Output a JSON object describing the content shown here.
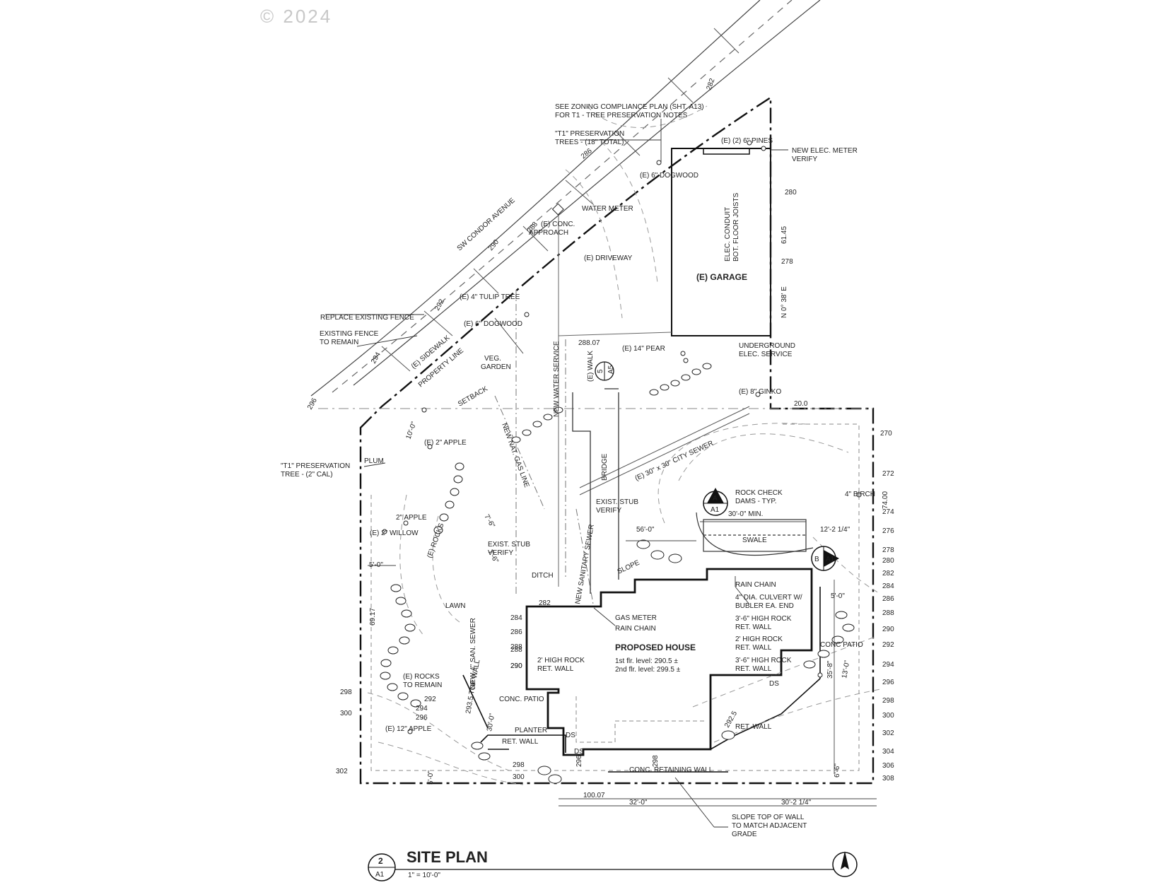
{
  "watermark": "© 2024",
  "title": {
    "name": "SITE PLAN",
    "scale": "1\" = 10'-0\"",
    "sheet_number": "2",
    "sheet_id": "A1"
  },
  "labels": {
    "street": "SW CONDOR AVENUE",
    "zoning_note_1": "SEE ZONING COMPLIANCE PLAN (SHT. A13)",
    "zoning_note_2": "FOR T1 - TREE PRESERVATION NOTES",
    "preservation_trees_1": "\"T1\" PRESERVATION",
    "preservation_trees_2": "TREES - (18\" TOTAL)",
    "pines": "(E) (2) 6\" PINES",
    "elec_meter_1": "NEW ELEC. METER",
    "elec_meter_2": "VERIFY",
    "dogwood_top": "(E) 6\" DOGWOOD",
    "water_meter": "WATER METER",
    "conc_approach_1": "(E) CONC.",
    "conc_approach_2": "APPROACH",
    "driveway": "(E) DRIVEWAY",
    "garage": "(E) GARAGE",
    "elec_conduit_1": "ELEC. CONDUIT",
    "elec_conduit_2": "BOT. FLOOR JOISTS",
    "bearing": "N 0° 38' E",
    "dim_6145": "61.45",
    "tulip": "(E) 4\" TULIP TREE",
    "replace_fence": "REPLACE EXISTING FENCE",
    "existing_fence_1": "EXISTING FENCE",
    "existing_fence_2": "TO REMAIN",
    "dogwood_mid": "(E) 6\" DOGWOOD",
    "sidewalk": "(E) SIDEWALK",
    "property_line": "PROPERTY LINE",
    "veg_garden_1": "VEG.",
    "veg_garden_2": "GARDEN",
    "setback": "SETBACK",
    "new_water_service": "NEW WATER SERVICE",
    "walk": "(E) WALK",
    "dim_28807": "288.07",
    "pear": "(E) 14\" PEAR",
    "underground_1": "UNDERGROUND",
    "underground_2": "ELEC. SERVICE",
    "ginko": "(E) 8\" GINKO",
    "dim_200": "20.0",
    "city_sewer": "(E) 30\" x 30\" CITY SEWER",
    "bridge": "BRIDGE",
    "apple_2": "(E) 2\" APPLE",
    "dim_100": "10'-0\"",
    "t1_tree_1": "\"T1\" PRESERVATION",
    "t1_tree_2": "TREE - (2\" CAL)",
    "plum": "PLUM",
    "new_nat_gas": "NEW NAT. GAS LINE",
    "exist_stub_1a": "EXIST. STUB",
    "exist_stub_1b": "VERIFY",
    "rock_check_1": "ROCK CHECK",
    "rock_check_2": "DAMS - TYP.",
    "birch": "4\" BIRCH",
    "dim_30_min": "30'-0\" MIN.",
    "dim_56": "56'-0\"",
    "dim_12_2": "12'-2 1/4\"",
    "swale": "SWALE",
    "apple_2b": "2\" APPLE",
    "willow": "(E) 2\" WILLOW",
    "rocks": "(E) ROCKS",
    "dim_76a": "7'-6\"",
    "dim_76b": "7'-6\"",
    "exist_stub_2a": "EXIST. STUB",
    "exist_stub_2b": "VERIFY",
    "new_sanitary": "NEW SANITARY SEWER",
    "slope": "SLOPE",
    "dim_5_0": "5'-0\"",
    "dim_7400": "74.00",
    "ditch": "DITCH",
    "rain_chain_r": "RAIN CHAIN",
    "culvert_1": "4\" DIA. CULVERT W/",
    "culvert_2": "BUBLER EA. END",
    "lawn": "LAWN",
    "dim_6917": "69.17",
    "gas_meter": "GAS METER",
    "rain_chain_l": "RAIN CHAIN",
    "high_rock_1a": "3'-6\" HIGH ROCK",
    "high_rock_1b": "RET. WALL",
    "high_rock_2a": "2' HIGH ROCK",
    "high_rock_2b": "RET. WALL",
    "proposed_house": "PROPOSED HOUSE",
    "first_flr": "1st flr. level:  290.5 ±",
    "second_flr": "2nd flr. level:  299.5 ±",
    "conc_patio_r": "CONC PATIO",
    "high_rock_3a": "2' HIGH ROCK",
    "high_rock_3b": "RET. WALL",
    "high_rock_4a": "3'-6\" HIGH ROCK",
    "high_rock_4b": "RET. WALL",
    "new_san_sewer": "NEW 4\" SAN. SEWER",
    "rocks_remain_1": "(E) ROCKS",
    "rocks_remain_2": "TO REMAIN",
    "top_wall": "293.5 TOP WALL",
    "conc_patio_l": "CONC. PATIO",
    "ds_a": "DS",
    "ds_b": "DS",
    "ds_c": "DS",
    "dim_2925": "292.5",
    "ret_wall_r": "RET. WALL",
    "planter": "PLANTER",
    "ret_wall_l": "RET. WALL",
    "apple_12": "(E) 12\" APPLE",
    "conc_ret_wall": "CONC. RETAINING WALL",
    "dim_10007": "100.07",
    "dim_32": "32'-0\"",
    "dim_30_2": "30'-2 1/4\"",
    "dim_6_6": "6'-6\"",
    "dim_35_8": "35'-8\"",
    "dim_130": "13'-0\"",
    "dim_30_0": "30'-0\"",
    "dim_5_0b": "5'-0\"",
    "dim_5_0c": "5'-0\"",
    "slope_top_1": "SLOPE TOP OF WALL",
    "slope_top_2": "TO MATCH ADJACENT",
    "slope_top_3": "GRADE",
    "section_a": "A",
    "section_a1": "A1",
    "section_b": "B",
    "section_b1": "A1",
    "detail_5": "5",
    "detail_a5": "A5"
  },
  "contours_left": [
    "282",
    "286",
    "288",
    "290",
    "292",
    "294",
    "296"
  ],
  "contours_right": [
    "280",
    "278",
    "270",
    "272",
    "274",
    "276",
    "278",
    "280",
    "282",
    "284",
    "286",
    "288",
    "290",
    "292",
    "294",
    "296",
    "298",
    "300",
    "302",
    "304",
    "306",
    "308"
  ],
  "contours_bl": [
    "284",
    "286",
    "288",
    "290",
    "292",
    "294",
    "296",
    "298",
    "300",
    "302",
    "282",
    "288",
    "290",
    "298",
    "300",
    "296",
    "298"
  ]
}
